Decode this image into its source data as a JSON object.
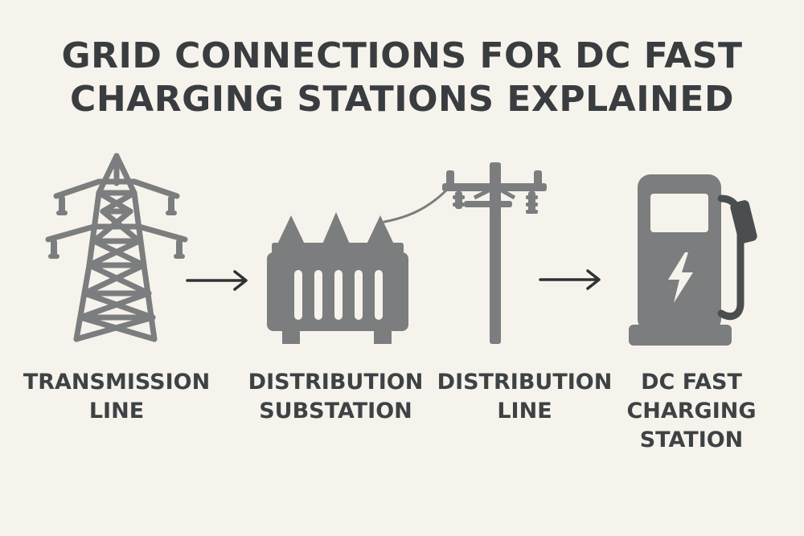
{
  "title": {
    "line1": "GRID CONNECTIONS FOR DC FAST",
    "line2": "CHARGING STATIONS EXPLAINED"
  },
  "steps": [
    {
      "id": "transmission-line",
      "icon": "transmission-tower-icon",
      "label_lines": [
        "TRANSMISSION",
        "LINE"
      ]
    },
    {
      "id": "distribution-substation",
      "icon": "transformer-icon",
      "label_lines": [
        "DISTRIBUTION",
        "SUBSTATION"
      ]
    },
    {
      "id": "distribution-line",
      "icon": "utility-pole-icon",
      "label_lines": [
        "DISTRIBUTION",
        "LINE"
      ]
    },
    {
      "id": "dc-fast-charging-station",
      "icon": "ev-charger-icon",
      "label_lines": [
        "DC FAST",
        "CHARGING",
        "STATION"
      ]
    }
  ],
  "colors": {
    "background": "#f6f3ec",
    "title": "#3a3d40",
    "label": "#3e4245",
    "icon": "#7b7d7e",
    "arrow": "#2f3234",
    "charger_dark": "#4b4e50"
  }
}
